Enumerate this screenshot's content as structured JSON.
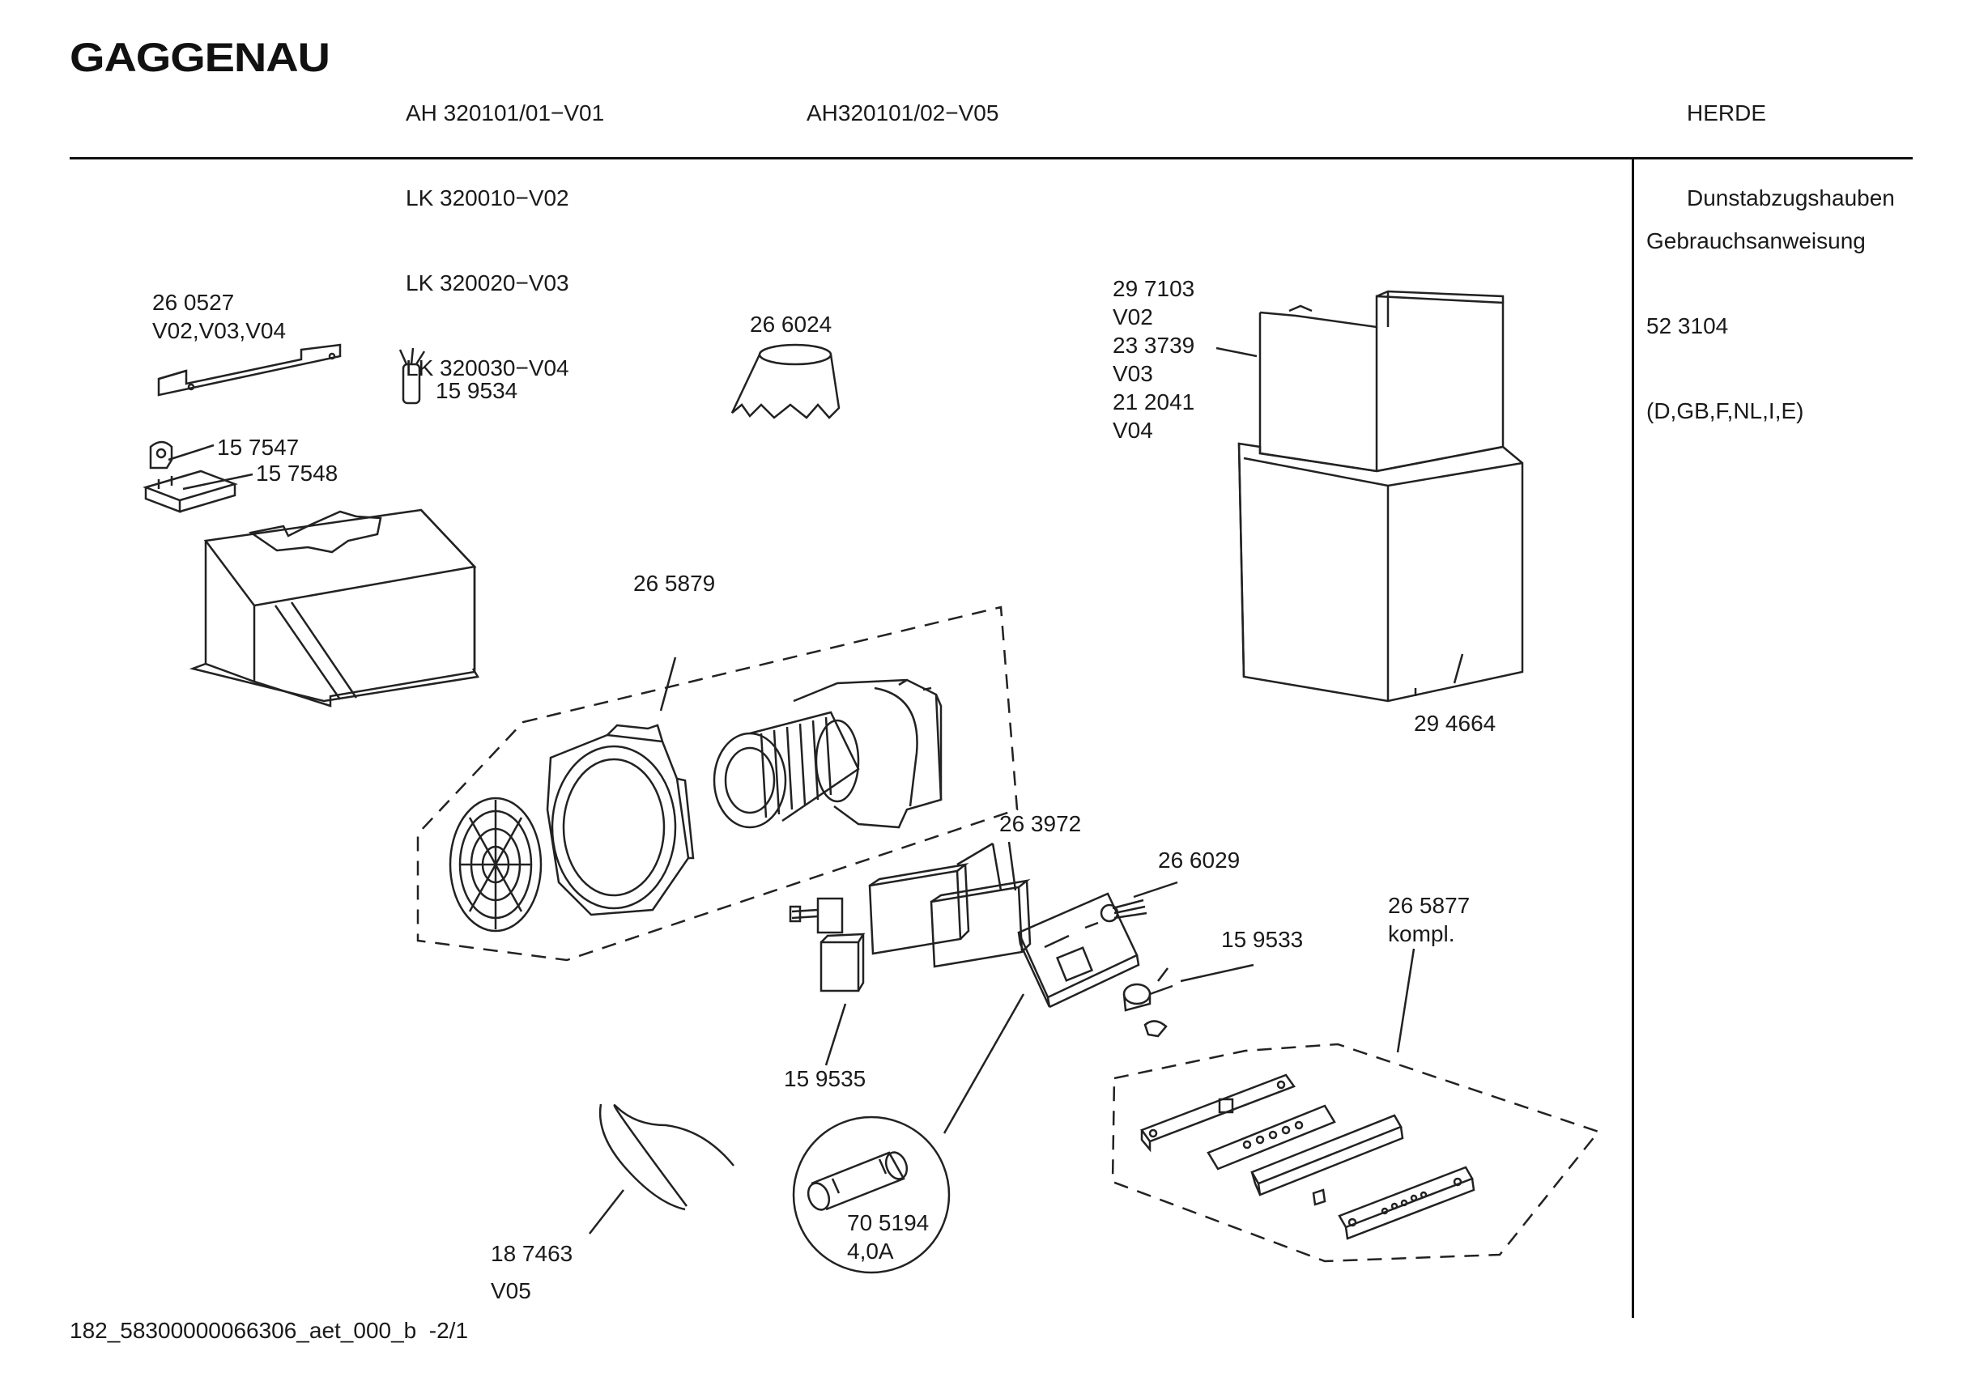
{
  "header": {
    "brand": "GAGGENAU",
    "models_col1": [
      "AH 320101/01−V01",
      "LK 320010−V02",
      "LK 320020−V03",
      "LK 320030−V04"
    ],
    "models_col2": [
      "AH320101/02−V05"
    ],
    "category": [
      "HERDE",
      "Dunstabzugshauben"
    ]
  },
  "side_panel": {
    "lines": [
      "Gebrauchsanweisung",
      "52 3104",
      "(D,GB,F,NL,I,E)"
    ]
  },
  "parts": {
    "bracket": [
      "26 0527",
      "V02,V03,V04"
    ],
    "cap": "15 9534",
    "clip_a": "15 7547",
    "clip_b": "15 7548",
    "filter_cone": "26 6024",
    "chimney_upper": [
      "29 7103",
      "V02",
      "23 3739",
      "V03",
      "21 2041",
      "V04"
    ],
    "chimney_lower": "29 4664",
    "fan_assembly": "26 5879",
    "capacitor_block": "26 3972",
    "control_board": "26 6029",
    "lamp_socket": "15 9533",
    "switch_set": [
      "26 5877",
      "kompl."
    ],
    "small_block": "15 9535",
    "cable": [
      "18 7463",
      "V05"
    ],
    "fuse": [
      "70 5194",
      "4,0A"
    ]
  },
  "footer": "182_58300000066306_aet_000_b  -2/1"
}
